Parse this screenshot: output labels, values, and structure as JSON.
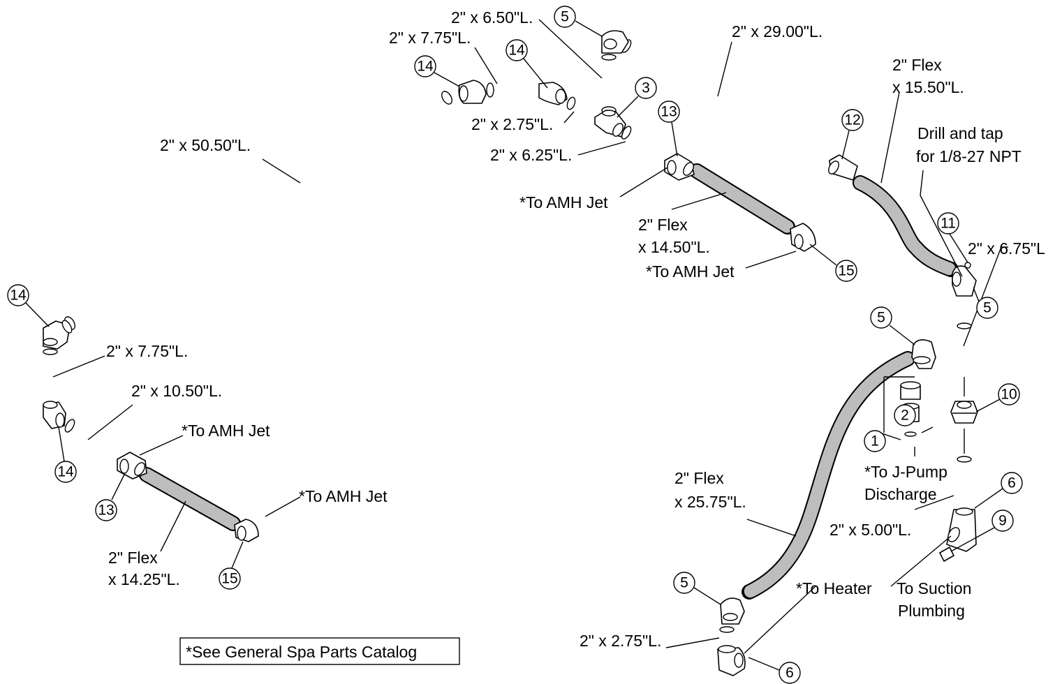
{
  "labels": {
    "pipe_2x50_50": "2\" x 50.50\"L.",
    "pipe_2x7_75_top": "2\" x 7.75\"L.",
    "pipe_2x6_50": "2\" x 6.50\"L.",
    "pipe_2x2_75_top": "2\" x 2.75\"L.",
    "pipe_2x6_25": "2\" x 6.25\"L.",
    "pipe_2x29_00": "2\" x 29.00\"L.",
    "flex_15_50_a": "2\" Flex",
    "flex_15_50_b": "x 15.50\"L.",
    "drill_a": "Drill and tap",
    "drill_b": "for 1/8-27 NPT",
    "pipe_2x6_75": "2\" x 6.75\"L",
    "to_amh_jet_1": "*To AMH Jet",
    "flex_14_50_a": "2\" Flex",
    "flex_14_50_b": "x 14.50\"L.",
    "to_amh_jet_2": "*To AMH Jet",
    "pipe_2x7_75_left": "2\" x 7.75\"L.",
    "pipe_2x10_50": "2\" x 10.50\"L.",
    "to_amh_jet_3": "*To AMH Jet",
    "to_amh_jet_4": "*To AMH Jet",
    "flex_14_25_a": "2\" Flex",
    "flex_14_25_b": "x 14.25\"L.",
    "to_jpump_a": "*To J-Pump",
    "to_jpump_b": "Discharge",
    "flex_25_75_a": "2\" Flex",
    "flex_25_75_b": "x 25.75\"L.",
    "pipe_2x5_00": "2\" x 5.00\"L.",
    "to_heater": "*To Heater",
    "to_suction_a": "To Suction",
    "to_suction_b": "Plumbing",
    "pipe_2x2_75_bottom": "2\" x 2.75\"L.",
    "note": "*See General Spa Parts Catalog"
  },
  "callouts": [
    "14",
    "14",
    "5",
    "3",
    "13",
    "12",
    "11",
    "5",
    "15",
    "14",
    "14",
    "13",
    "15",
    "5",
    "2",
    "1",
    "10",
    "6",
    "9",
    "5",
    "6"
  ],
  "colors": {
    "line": "#000000",
    "background": "#ffffff",
    "flex_inner": "#bdbdbd"
  }
}
